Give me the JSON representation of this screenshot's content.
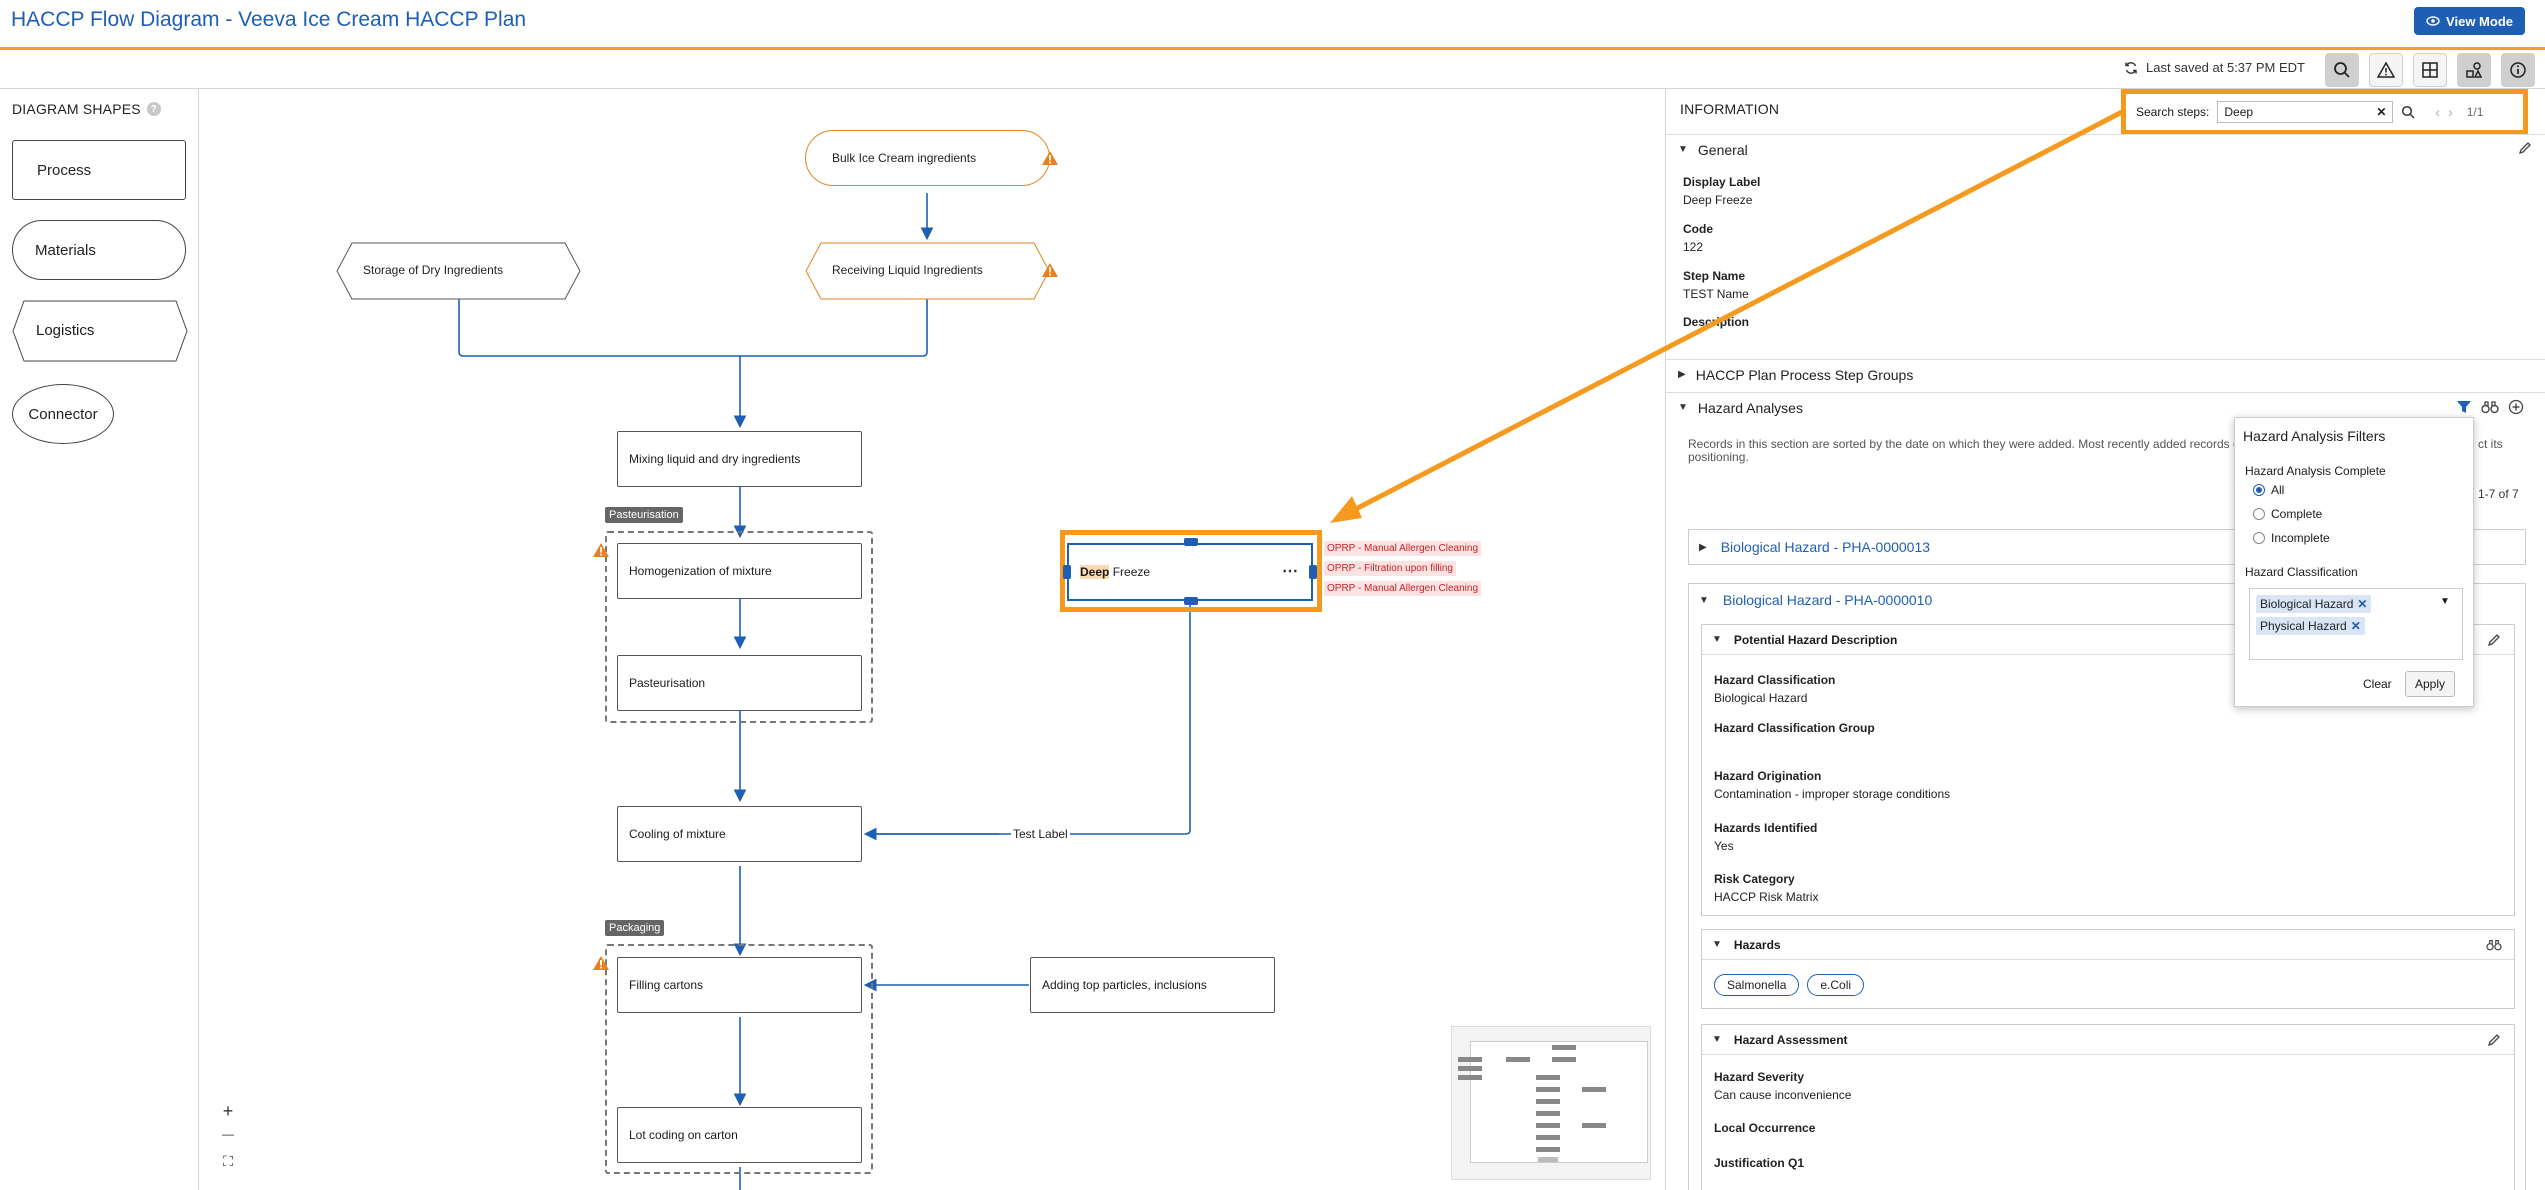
{
  "app": {
    "title": "HACCP Flow Diagram - Veeva Ice Cream HACCP Plan",
    "view_mode_label": "View Mode",
    "last_saved": "Last saved at 5:37 PM EDT"
  },
  "toolbar": {
    "icons": [
      "search-icon",
      "warning-icon",
      "grid-icon",
      "shapes-icon",
      "info-icon"
    ]
  },
  "shapes_panel": {
    "title": "DIAGRAM SHAPES",
    "help": "?",
    "items": [
      "Process",
      "Materials",
      "Logistics",
      "Connector"
    ]
  },
  "diagram": {
    "nodes": {
      "bulk": "Bulk Ice Cream ingredients",
      "receiving": "Receiving Liquid Ingredients",
      "storage": "Storage of Dry Ingredients",
      "mixing": "Mixing liquid and dry ingredients",
      "homogenization": "Homogenization of mixture",
      "pasteurisation": "Pasteurisation",
      "cooling": "Cooling of mixture",
      "filling": "Filling cartons",
      "adding": "Adding top particles, inclusions",
      "lot_coding": "Lot coding on carton",
      "deep_highlight": "Deep",
      "deep_rest": "Freeze"
    },
    "groups": {
      "pasteurisation": "Pasteurisation",
      "packaging": "Packaging"
    },
    "edge_label": "Test Label",
    "oprp": [
      "OPRP - Manual Allergen Cleaning",
      "OPRP - Filtration upon filling",
      "OPRP - Manual Allergen Cleaning"
    ],
    "more": "⋯",
    "zoom": {
      "in": "+",
      "out": "—",
      "fit": "⛶"
    }
  },
  "info": {
    "title": "INFORMATION",
    "search": {
      "label": "Search steps:",
      "value": "Deep",
      "count": "1/1",
      "clear": "✕"
    },
    "general": {
      "header": "General",
      "fields": [
        {
          "label": "Display Label",
          "value": "Deep Freeze"
        },
        {
          "label": "Code",
          "value": "122"
        },
        {
          "label": "Step Name",
          "value": "TEST Name"
        },
        {
          "label": "Description",
          "value": ""
        }
      ]
    },
    "step_groups_header": "HACCP Plan Process Step Groups",
    "hazard_analyses": {
      "header": "Hazard Analyses",
      "note_left": "Records in this section are sorted by the date on which they were added. Most recently added records c",
      "note_right": "ct its",
      "note_line2": "positioning.",
      "range": "1-7 of 7",
      "record1": "Biological Hazard - PHA-0000013",
      "record2": "Biological Hazard - PHA-0000010"
    },
    "potential": {
      "header": "Potential Hazard Description",
      "fields": [
        {
          "label": "Hazard Classification",
          "value": "Biological Hazard"
        },
        {
          "label": "Hazard Classification Group",
          "value": ""
        },
        {
          "label": "Hazard Origination",
          "value": "Contamination - improper storage conditions"
        },
        {
          "label": "Hazards Identified",
          "value": "Yes"
        },
        {
          "label": "Risk Category",
          "value": "HACCP Risk Matrix"
        }
      ]
    },
    "hazards": {
      "header": "Hazards",
      "pills": [
        "Salmonella",
        "e.Coli"
      ]
    },
    "assessment": {
      "header": "Hazard Assessment",
      "fields": [
        {
          "label": "Hazard Severity",
          "value": "Can cause inconvenience"
        },
        {
          "label": "Local Occurrence",
          "value": ""
        },
        {
          "label": "Justification Q1",
          "value": ""
        }
      ]
    },
    "filters": {
      "title": "Hazard Analysis Filters",
      "complete_label": "Hazard Analysis Complete",
      "options": [
        "All",
        "Complete",
        "Incomplete"
      ],
      "selected": "All",
      "classification_label": "Hazard Classification",
      "chips": [
        "Biological Hazard",
        "Physical Hazard"
      ],
      "clear": "Clear",
      "apply": "Apply"
    }
  },
  "colors": {
    "accent": "#1f5eb5",
    "highlight": "#f59a1e",
    "warning": "#e5821c",
    "oprp": "#cc2222"
  }
}
